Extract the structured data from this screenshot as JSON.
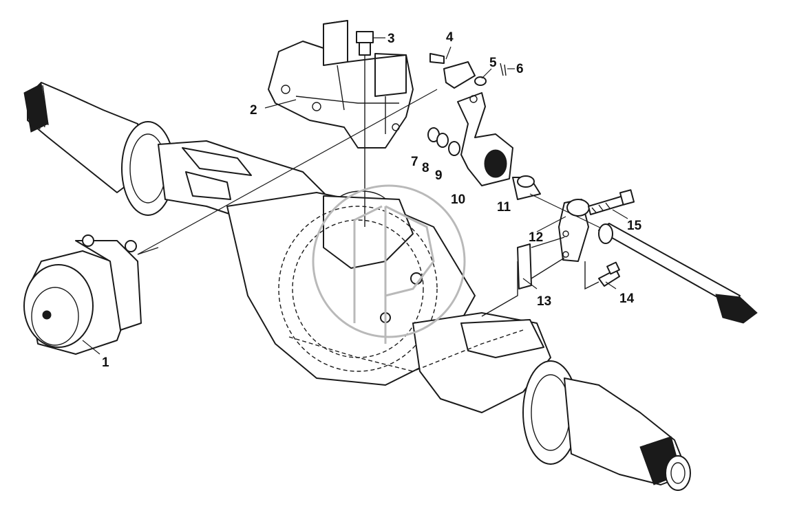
{
  "callouts": [
    {
      "id": "1",
      "label": "1"
    },
    {
      "id": "2",
      "label": "2"
    },
    {
      "id": "3",
      "label": "3"
    },
    {
      "id": "4",
      "label": "4"
    },
    {
      "id": "5",
      "label": "5"
    },
    {
      "id": "6",
      "label": "6"
    },
    {
      "id": "7",
      "label": "7"
    },
    {
      "id": "8",
      "label": "8"
    },
    {
      "id": "9",
      "label": "9"
    },
    {
      "id": "10",
      "label": "10"
    },
    {
      "id": "11",
      "label": "11"
    },
    {
      "id": "12",
      "label": "12"
    },
    {
      "id": "13",
      "label": "13"
    },
    {
      "id": "14",
      "label": "14"
    },
    {
      "id": "15",
      "label": "15"
    }
  ],
  "colors": {
    "line": "#1a1a1a",
    "watermark": "#b9b9b9",
    "background": "#ffffff"
  }
}
